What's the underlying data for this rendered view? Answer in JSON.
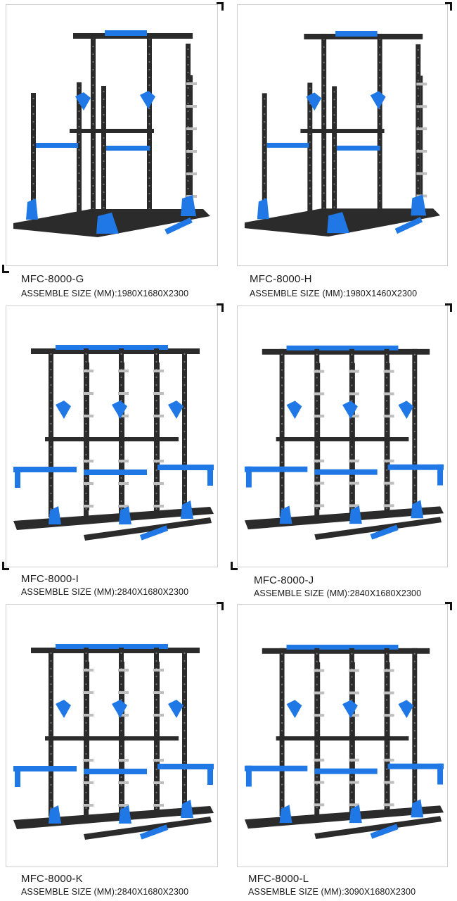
{
  "colors": {
    "steel": "#2b2b2b",
    "accent": "#1f78e6",
    "pin": "#bfbfbf"
  },
  "products": [
    {
      "model": "MFC-8000-G",
      "size_text": "ASSEMBLE SIZE (MM):1980X1680X2300",
      "image": "power-rack-g"
    },
    {
      "model": "MFC-8000-H",
      "size_text": "ASSEMBLE SIZE (MM):1980X1460X2300",
      "image": "power-rack-h"
    },
    {
      "model": "MFC-8000-I",
      "size_text": "ASSEMBLE SIZE (MM):2840X1680X2300",
      "image": "power-rack-i"
    },
    {
      "model": "MFC-8000-J",
      "size_text": "ASSEMBLE SIZE (MM):2840X1680X2300",
      "image": "power-rack-j"
    },
    {
      "model": "MFC-8000-K",
      "size_text": "ASSEMBLE SIZE (MM):2840X1680X2300",
      "image": "power-rack-k"
    },
    {
      "model": "MFC-8000-L",
      "size_text": "ASSEMBLE SIZE (MM):3090X1680X2300",
      "image": "power-rack-l"
    }
  ]
}
